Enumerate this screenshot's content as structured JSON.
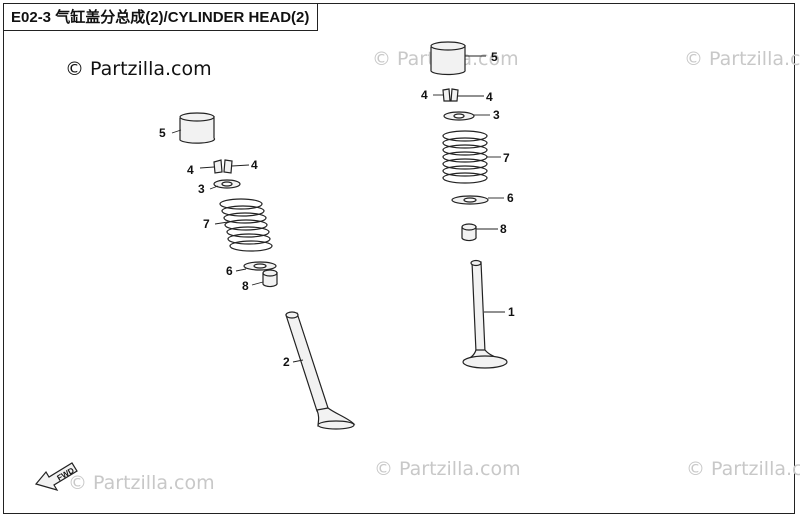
{
  "title": "E02-3 气缸盖分总成(2)/CYLINDER HEAD(2)",
  "copyright": "© Partzilla.com",
  "watermark": "© Partzilla.com",
  "fwd_label": "FWD",
  "callouts": {
    "left_retainer": "5",
    "left_cotter_left": "4",
    "left_cotter_right": "4",
    "left_spring_seat_top": "3",
    "left_spring": "7",
    "left_spring_seat_bottom": "6",
    "left_seal": "8",
    "left_valve": "2",
    "right_retainer": "5",
    "right_cotter_left": "4",
    "right_cotter_right": "4",
    "right_spring_seat_top": "3",
    "right_spring": "7",
    "right_spring_seat_bottom": "6",
    "right_seal": "8",
    "right_valve": "1"
  },
  "colors": {
    "line": "#222222",
    "watermark": "#c8c8c8",
    "part_fill": "#f2f2f2"
  }
}
